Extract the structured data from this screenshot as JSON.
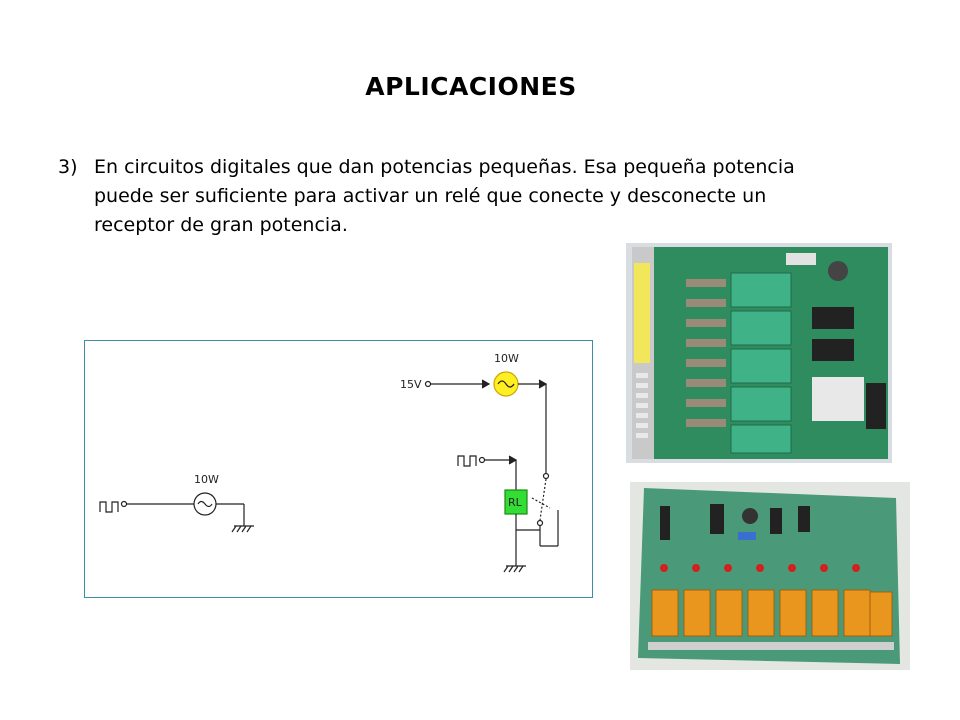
{
  "slide": {
    "title": "APLICACIONES",
    "item_number": "3)",
    "item_text": "En circuitos digitales que dan potencias pequeñas. Esa pequeña potencia puede ser suficiente para activar un relé que conecte y desconecte un receptor de gran potencia."
  },
  "circuit": {
    "left_lamp_label": "10W",
    "right_lamp_label": "10W",
    "voltage_label": "15V",
    "relay_label": "RL"
  },
  "colors": {
    "frame": "#3a8ea6",
    "lamp_on": "#ffee22",
    "relay_fill": "#33dd33",
    "board_green": "#2e8c5e",
    "relay_orange": "#e8961e"
  }
}
